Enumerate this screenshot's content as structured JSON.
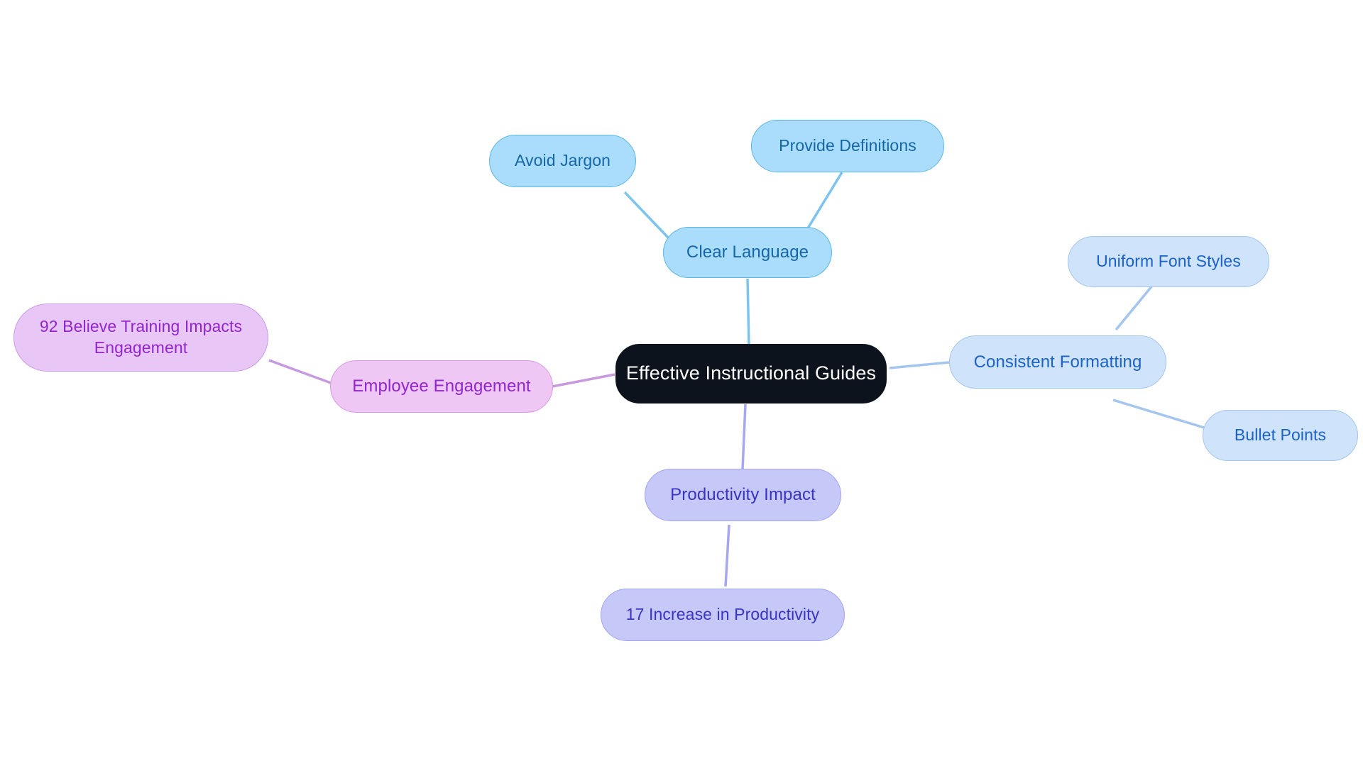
{
  "diagram": {
    "type": "mindmap",
    "background": "#ffffff",
    "root": {
      "id": "root",
      "label": "Effective Instructional Guides",
      "fill": "#0d131c",
      "text_color": "#ffffff"
    },
    "branches": [
      {
        "id": "clear-language",
        "label": "Clear Language",
        "fill": "#a9ddfb",
        "border": "#5cb8e8",
        "text_color": "#1667a8",
        "edge_color": "#7cc4ef",
        "children": [
          {
            "id": "avoid-jargon",
            "label": "Avoid Jargon"
          },
          {
            "id": "provide-definitions",
            "label": "Provide Definitions"
          }
        ]
      },
      {
        "id": "consistent-formatting",
        "label": "Consistent Formatting",
        "fill": "#cfe3fb",
        "border": "#a4c6ee",
        "text_color": "#1b63c9",
        "edge_color": "#a4c6ee",
        "children": [
          {
            "id": "uniform-font-styles",
            "label": "Uniform Font Styles"
          },
          {
            "id": "bullet-points",
            "label": "Bullet Points"
          }
        ]
      },
      {
        "id": "productivity-impact",
        "label": "Productivity Impact",
        "fill": "#c6c8f7",
        "border": "#a2a5ef",
        "text_color": "#3a33c4",
        "edge_color": "#a5a8f0",
        "children": [
          {
            "id": "increase-productivity",
            "label": "17 Increase in Productivity"
          }
        ]
      },
      {
        "id": "employee-engagement",
        "label": "Employee Engagement",
        "fill": "#eec7f5",
        "border": "#d69ae4",
        "text_color": "#9325cf",
        "edge_color": "#c79ae0",
        "children": [
          {
            "id": "believe-training",
            "label": "92 Believe Training Impacts\nEngagement"
          }
        ]
      }
    ]
  }
}
